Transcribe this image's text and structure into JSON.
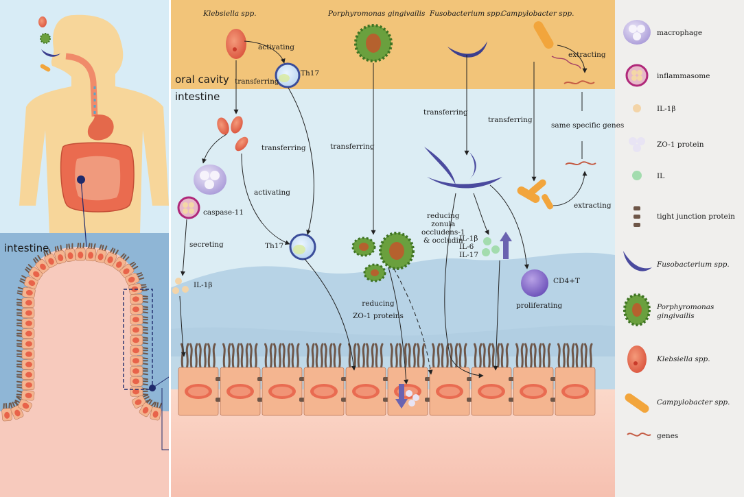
{
  "colors": {
    "oral_band": "#f2c479",
    "intestine_bg": "#ddeef5",
    "mucosa_wave": "#b7d3e6",
    "tissue": "#f7c9bb",
    "cell_fill": "#f4b590",
    "nucleus": "#e8634a",
    "microvilli": "#6e5648",
    "klebsiella": "#e46a4a",
    "porphyromonas": "#5e9a3a",
    "fusobacterium": "#4a4a9e",
    "campylobacter": "#f2a53c",
    "legend_bg": "#f0efed",
    "body_skin": "#f7d69a"
  },
  "left_panel": {
    "bottom_title": "intestine"
  },
  "regions": {
    "oral_cavity": "oral cavity",
    "intestine": "intestine"
  },
  "bacteria_titles": {
    "klebsiella": "Klebsiella spp.",
    "porphyromonas": "Porphyromonas gingivailis",
    "fusobacterium": "Fusobacterium spp.",
    "campylobacter": "Campylobacter spp."
  },
  "flow_labels": {
    "activating_top": "activating",
    "th17_top": "Th17",
    "transferring_kleb": "transferring",
    "transferring_th17": "transferring",
    "activating_mid": "activating",
    "caspase": "caspase-11",
    "secreting": "secreting",
    "il1b": "IL-1β",
    "th17_bottom": "Th17",
    "transferring_pg": "transferring",
    "reducing_zonula": [
      "reducing",
      "zonula",
      "occludens-1",
      "& occludin"
    ],
    "reducing_zo1": [
      "reducing",
      "ZO-1  proteins"
    ],
    "transferring_fuso": "transferring",
    "cytokines": [
      "IL-1β",
      "IL-6",
      "IL-17"
    ],
    "transferring_campy": "transferring",
    "extracting_top": "extracting",
    "same_genes": "same specific genes",
    "extracting_bottom": "extracting",
    "cd4": "CD4+T",
    "proliferating": "proliferating"
  },
  "legend": [
    {
      "icon": "macrophage",
      "label": "macrophage",
      "italic": false
    },
    {
      "icon": "inflammasome",
      "label": "inflammasome",
      "italic": false
    },
    {
      "icon": "il1b",
      "label": "IL-1β",
      "italic": false
    },
    {
      "icon": "zo1",
      "label": "ZO-1  protein",
      "italic": false
    },
    {
      "icon": "il",
      "label": "IL",
      "italic": false
    },
    {
      "icon": "tight-junction",
      "label": "tight junction protein",
      "italic": false
    },
    {
      "icon": "fusobacterium",
      "label": "Fusobacterium spp.",
      "italic": true
    },
    {
      "icon": "porphyromonas",
      "label": "Porphyromonas gingivailis",
      "italic": true
    },
    {
      "icon": "klebsiella",
      "label": "Klebsiella spp.",
      "italic": true
    },
    {
      "icon": "campylobacter",
      "label": "Campylobacter spp.",
      "italic": true
    },
    {
      "icon": "genes",
      "label": "genes",
      "italic": false
    }
  ]
}
